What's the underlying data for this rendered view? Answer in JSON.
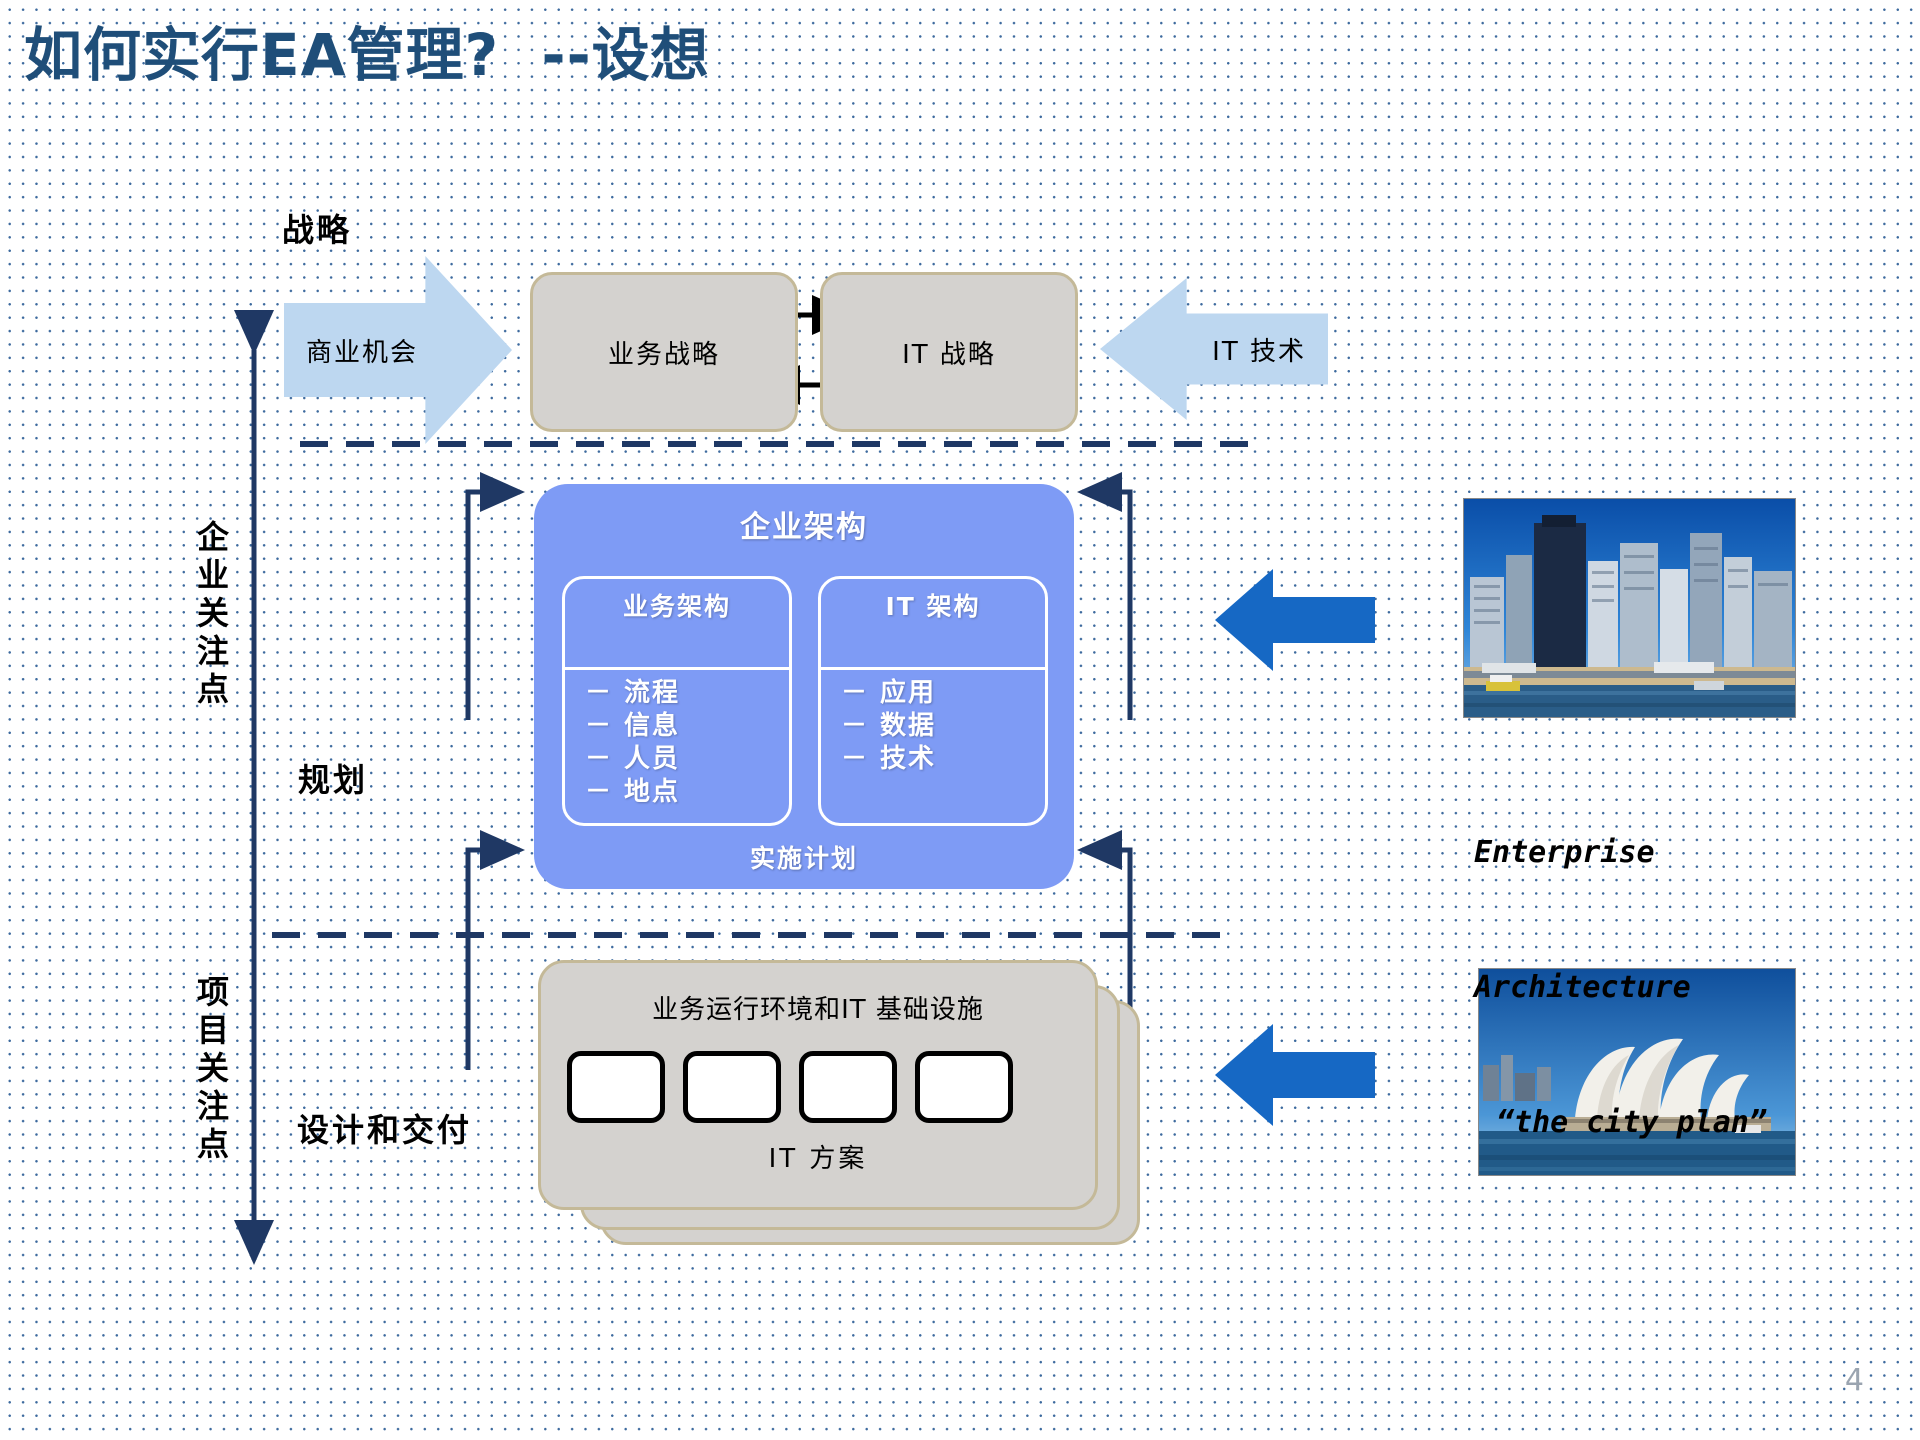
{
  "slide": {
    "title": "如何实行EA管理?  --设想",
    "page_number": "4",
    "background": "#ffffff",
    "dot_color": "#3d6a9e",
    "title_color": "#1F4E79"
  },
  "axis": {
    "top_label": "战略",
    "middle_label": "规划",
    "bottom_label": "设计和交付",
    "enterprise_focus": "企业关注点",
    "project_focus": "项目关注点",
    "line_color": "#1F3864"
  },
  "strategy_row": {
    "left_arrow_label": "商业机会",
    "right_arrow_label": "IT 技术",
    "business_strategy": "业务战略",
    "it_strategy": "IT 战略",
    "box_fill": "#D4D2CF",
    "box_border": "#C4B998",
    "arrow_fill": "#BDD7F0"
  },
  "ea": {
    "title": "企业架构",
    "fill": "#7E9BF5",
    "plan_label": "实施计划",
    "panels": [
      {
        "title": "业务架构",
        "items": [
          "－ 流程",
          "－ 信息",
          "－ 人员",
          "－ 地点"
        ]
      },
      {
        "title": "IT 架构",
        "items": [
          "－ 应用",
          "－ 数据",
          "－ 技术"
        ]
      }
    ]
  },
  "delivery": {
    "top_title": "业务运行环境和IT 基础设施",
    "bottom_title": "IT 方案",
    "chip_count": 4,
    "card_fill": "#D4D2CF",
    "card_border": "#C4B998"
  },
  "sidebar": {
    "arrow_color": "#1668C4",
    "caption_line1": "Enterprise",
    "caption_line2": "Architecture",
    "caption_line3": "“the city plan”",
    "photo_top_alt": "city-skyline-photo",
    "photo_bottom_alt": "sydney-opera-house-photo"
  }
}
